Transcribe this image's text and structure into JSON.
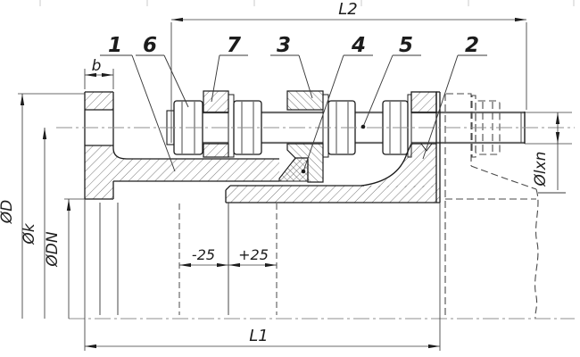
{
  "drawing": {
    "kind": "technical-section-drawing",
    "subject": "flanged dismantling joint assembly, half-section",
    "part_labels": [
      {
        "num": "1"
      },
      {
        "num": "6"
      },
      {
        "num": "7"
      },
      {
        "num": "3"
      },
      {
        "num": "4"
      },
      {
        "num": "5"
      },
      {
        "num": "2"
      }
    ],
    "dimensions": {
      "l2": "L2",
      "l1": "L1",
      "b": "b",
      "d_outer": "ØD",
      "k_bolt_circle": "Øk",
      "dn_bore": "ØDN",
      "bolt_dia": "Ølxn",
      "travel_neg": "-25",
      "travel_pos": "+25"
    },
    "colors": {
      "line": "#1c1c1c",
      "thin_line": "#333333",
      "axis_gray": "#8f8f8f",
      "background": "#ffffff"
    }
  }
}
